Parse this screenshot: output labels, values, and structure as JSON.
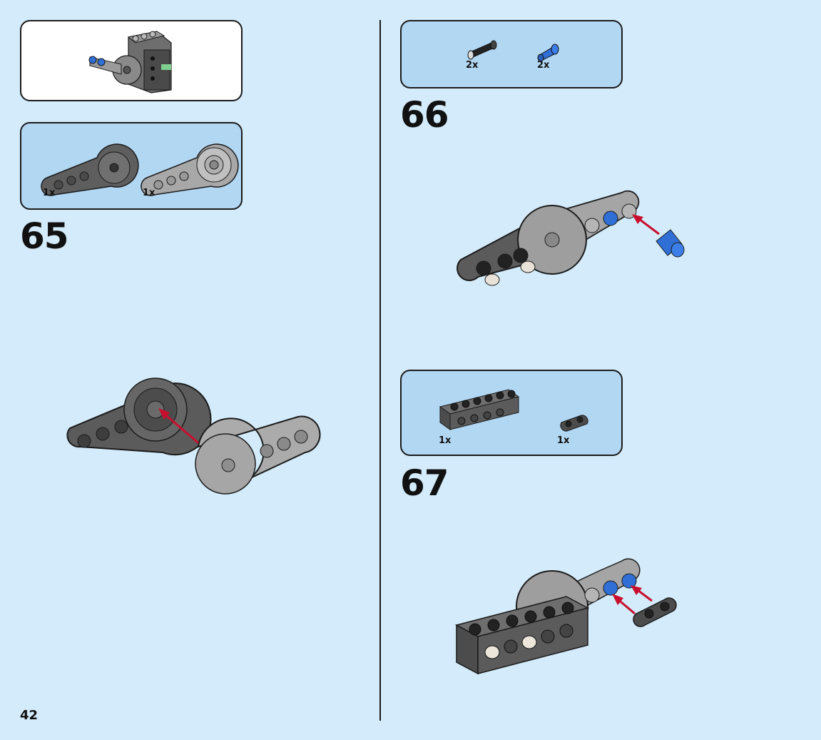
{
  "page": {
    "number": "42"
  },
  "colors": {
    "background": "#d3ebfa",
    "callout": "#b2d7f3",
    "arrow": "#c8102e",
    "dark_gray": "#5b5b5b",
    "light_gray": "#a9a9a9",
    "blue_pin": "#2f6fd6"
  },
  "submodel_preview": {
    "icon": "assembly-preview-icon"
  },
  "left_column": {
    "parts_callout": {
      "items": [
        {
          "icon": "dark-gray-liftarm-with-disc-icon",
          "qty": "1x"
        },
        {
          "icon": "light-gray-liftarm-with-disc-icon",
          "qty": "1x"
        }
      ]
    },
    "step_number": "65"
  },
  "right_column": {
    "parts_callout_66": {
      "items": [
        {
          "icon": "black-friction-pin-icon",
          "qty": "2x"
        },
        {
          "icon": "blue-axle-pin-icon",
          "qty": "2x"
        }
      ]
    },
    "step_66": "66",
    "parts_callout_67": {
      "items": [
        {
          "icon": "dark-gray-technic-brick-1x6-icon",
          "qty": "1x"
        },
        {
          "icon": "dark-gray-plate-1x2-rounded-icon",
          "qty": "1x"
        }
      ]
    },
    "step_67": "67"
  }
}
